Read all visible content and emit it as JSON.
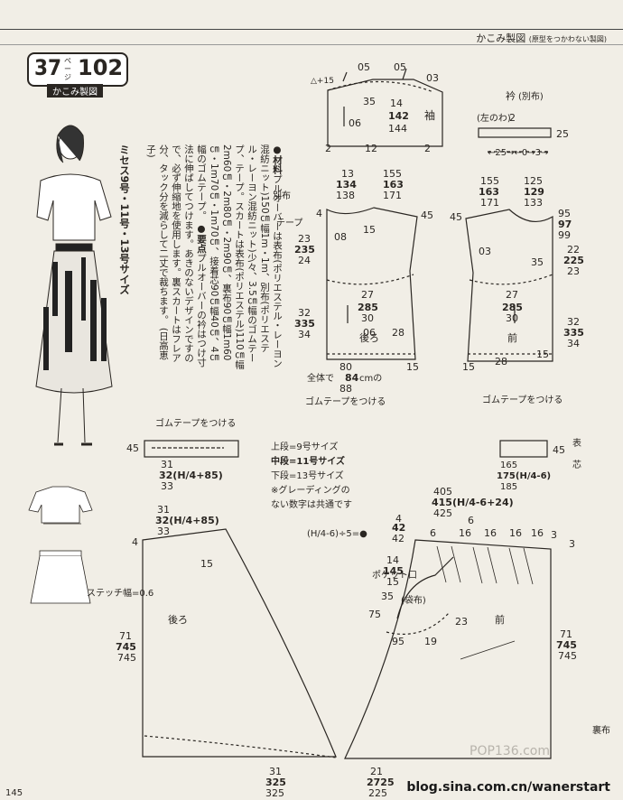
{
  "header": {
    "title": "かこみ製図",
    "subtitle": "(原型をつかわない製図)"
  },
  "badge": {
    "page_ref": "37",
    "unit": "ページ",
    "pattern_no": "102",
    "label": "かこみ製図"
  },
  "sizes_heading": "ミセス9号・11号・13号サイズ",
  "materials": {
    "title": "●材料",
    "pullover": "プルオーバーは表布(ポリエステル・レーヨン混紡ニット)150㎝幅1m・1m、別布(ポリエステル・レーヨン混紡ニット)少々、3.5㎝幅のゴムテープ、テープ。",
    "skirt": "スカートは表布(ポリエステル)110㎝幅2m60㎝・2m80㎝・2m90㎝、裏布90㎝幅1m60㎝・1m70㎝・1m70㎝、接着芯90㎝幅40㎝、4㎝幅のゴムテープ。",
    "points_title": "●要点",
    "points": "プルオーバーの衿はつけ寸法に伸ばしてつけます。あきのないデザインですので、必ず伸縮地を使用します。裏スカートはフレア分、タック分を減らして二丈で裁ちます。",
    "designer": "(日高恵子)"
  },
  "size_note": {
    "line1": "上段=9号サイズ",
    "line2": "中段=11号サイズ",
    "line3": "下段=13号サイズ",
    "line4": "※グレーディングの",
    "line5": "ない数字は共通です"
  },
  "labels": {
    "sleeve": "袖",
    "collar": "衿",
    "collar_fabric": "(別布)",
    "collar_fold": "(左のわ)",
    "back": "後ろ",
    "front": "前",
    "tape": "テープ",
    "other_fabric": "別布",
    "elastic_tape": "ゴムテープをつける",
    "total": "全体で",
    "total_value": "84",
    "total_unit": "cmの",
    "waistband": "ゴムテープをつける",
    "pocket_label": "ポケット口",
    "pocket_bag": "(袋布)",
    "lining": "裏布",
    "stitch": "ステッチ幅=0.6",
    "fabric_face": "表",
    "fabric_back": "芯"
  },
  "dims": {
    "sleeve_top1": "05",
    "sleeve_top2": "05",
    "sleeve_top3": "03",
    "sleeve_ease": "△+15",
    "sleeve_35": "35",
    "sleeve_14": "14",
    "sleeve_142": "142",
    "sleeve_144": "144",
    "sleeve_06": "06",
    "sleeve_2a": "2",
    "sleeve_12": "12",
    "sleeve_2b": "2",
    "collar_2": "2",
    "collar_25": "25",
    "collar_sub": "←25→←0→3→",
    "back_13": "13",
    "back_134": "134",
    "back_138": "138",
    "back_155": "155",
    "back_163": "163",
    "back_171": "171",
    "back_4": "4",
    "back_45": "45",
    "back_08": "08",
    "back_15": "15",
    "back_23": "23",
    "back_235": "235",
    "back_24": "24",
    "back_27": "27",
    "back_285": "285",
    "back_30": "30",
    "back_32": "32",
    "back_335": "335",
    "back_34": "34",
    "back_06": "06",
    "back_28": "28",
    "back_80": "80",
    "back_88": "88",
    "back_15b": "15",
    "front_155": "155",
    "front_163": "163",
    "front_171": "171",
    "front_125": "125",
    "front_129": "129",
    "front_133": "133",
    "front_45": "45",
    "front_95": "95",
    "front_97": "97",
    "front_99": "99",
    "front_03": "03",
    "front_35": "35",
    "front_22": "22",
    "front_225": "225",
    "front_23": "23",
    "front_27": "27",
    "front_285": "285",
    "front_30": "30",
    "front_32": "32",
    "front_335": "335",
    "front_34": "34",
    "front_28": "28",
    "front_15a": "15",
    "front_15b": "15",
    "band_45": "45",
    "band_31": "31",
    "band_32": "32(H/4+85)",
    "band_33": "33",
    "band2_45": "45",
    "band2_165": "165",
    "band2_175": "175(H/4-6)",
    "band2_185": "185",
    "skb_31": "31",
    "skb_32": "32(H/4+85)",
    "skb_33": "33",
    "skb_4": "4",
    "skb_15": "15",
    "skb_71": "71",
    "skb_745": "745",
    "skb_745b": "745",
    "skb_b31": "31",
    "skb_b325": "325",
    "skb_b325b": "325",
    "skf_405": "405",
    "skf_415": "415(H/4-6+24)",
    "skf_425": "425",
    "skf_formula": "(H/4-6)÷5=●",
    "skf_4": "4",
    "skf_42": "42",
    "skf_42b": "42",
    "skf_6a": "6",
    "skf_6b": "6",
    "skf_16": "16",
    "skf_16a": "16",
    "skf_16b": "16",
    "skf_16c": "16",
    "skf_3": "3",
    "skf_3b": "3",
    "skf_14": "14",
    "skf_145": "145",
    "skf_15": "15",
    "skf_35": "35",
    "skf_75": "75",
    "skf_23": "23",
    "skf_95": "95",
    "skf_19": "19",
    "skf_71": "71",
    "skf_745": "745",
    "skf_745b": "745",
    "skf_21": "21",
    "skf_2725": "2725",
    "skf_225": "225"
  },
  "watermark": "blog.sina.com.cn/wanerstart",
  "watermark_logo": "POP136.com",
  "page_number": "145"
}
